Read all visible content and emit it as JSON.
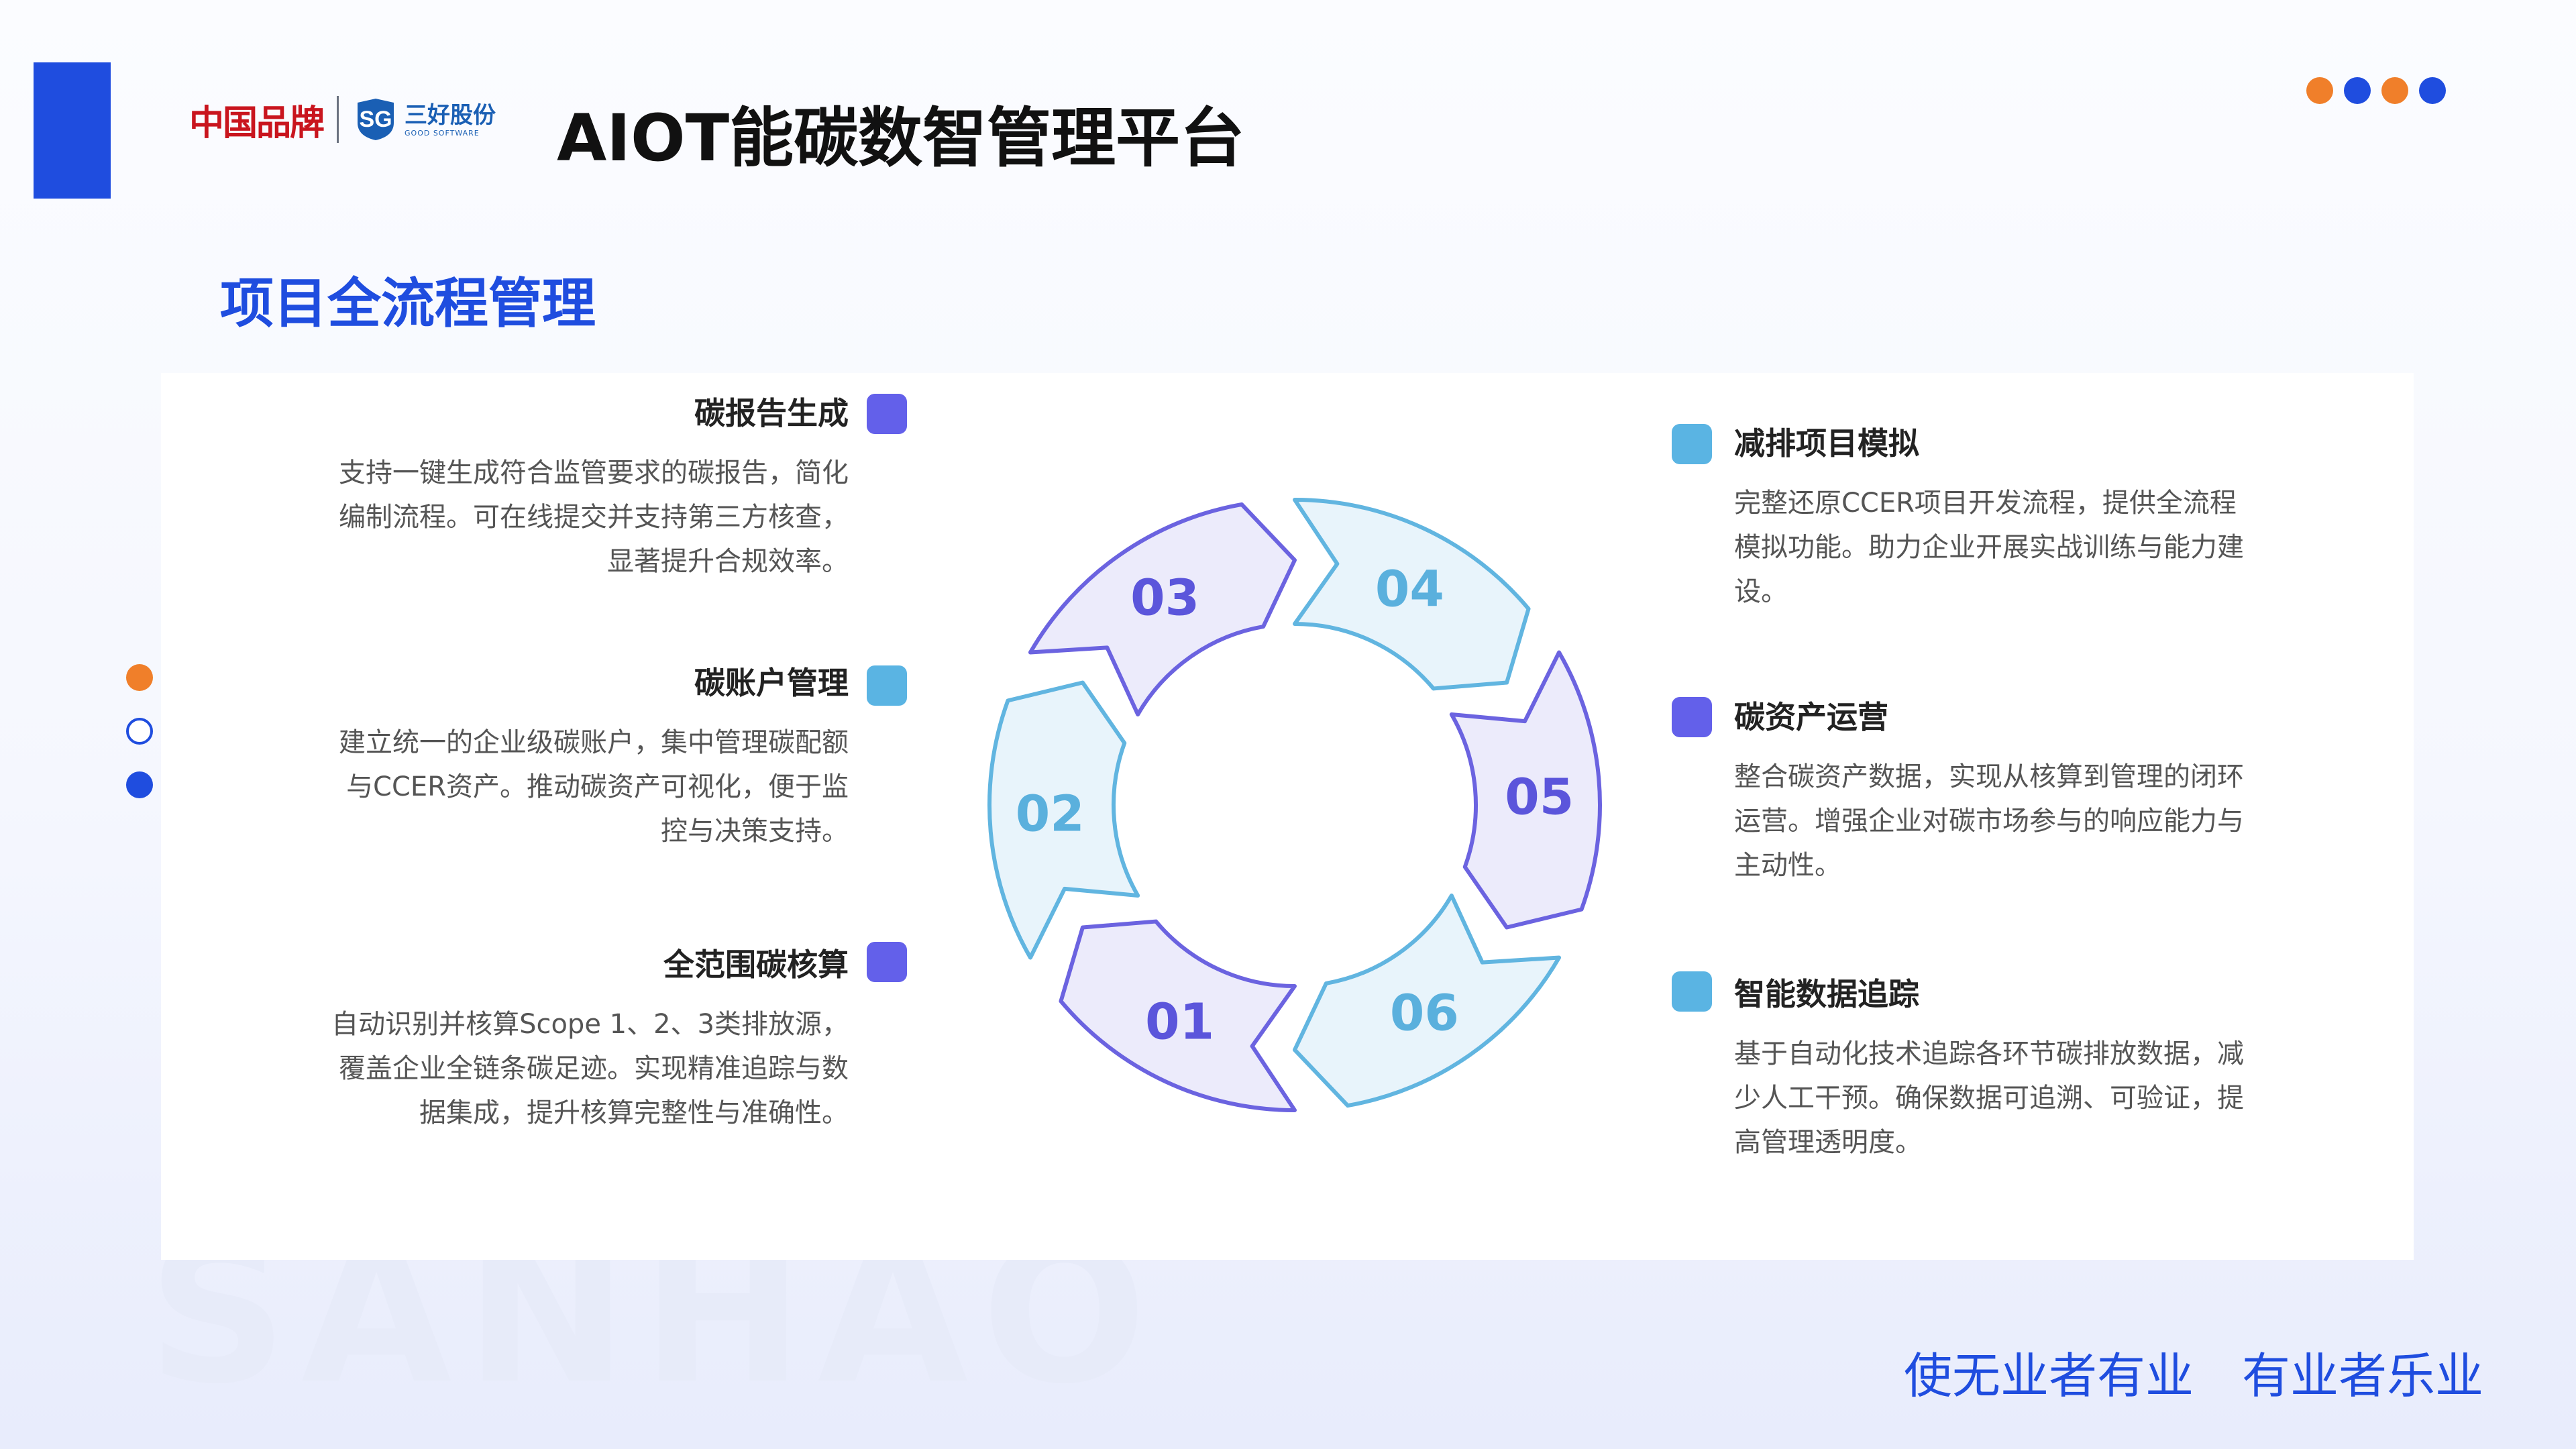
{
  "header": {
    "logo_text": "中国品牌",
    "company_cn": "三好股份",
    "company_en": "GOOD SOFTWARE",
    "title": "AIOT能碳数智管理平台"
  },
  "section_title": "项目全流程管理",
  "watermark": "SANHAO",
  "slogan": "使无业者有业　有业者乐业",
  "colors": {
    "brand_blue": "#1f4ddf",
    "orange": "#f07f2a",
    "purple": "#6360ea",
    "light_blue": "#5ab4e3",
    "purple_ring": "#6b63e0",
    "blue_ring": "#61b5e0"
  },
  "cycle": {
    "segments": [
      {
        "num": "01",
        "style": "purple"
      },
      {
        "num": "02",
        "style": "blue"
      },
      {
        "num": "03",
        "style": "purple"
      },
      {
        "num": "04",
        "style": "blue"
      },
      {
        "num": "05",
        "style": "purple"
      },
      {
        "num": "06",
        "style": "blue"
      }
    ]
  },
  "items_left": [
    {
      "title": "碳报告生成",
      "desc": [
        "支持一键生成符合监管要求的碳报告，简化",
        "编制流程。可在线提交并支持第三方核查，",
        "显著提升合规效率。"
      ],
      "color": "purple"
    },
    {
      "title": "碳账户管理",
      "desc": [
        "建立统一的企业级碳账户，集中管理碳配额",
        "与CCER资产。推动碳资产可视化，便于监",
        "控与决策支持。"
      ],
      "color": "light_blue"
    },
    {
      "title": "全范围碳核算",
      "desc": [
        "自动识别并核算Scope 1、2、3类排放源，",
        "覆盖企业全链条碳足迹。实现精准追踪与数",
        "据集成，提升核算完整性与准确性。"
      ],
      "color": "purple"
    }
  ],
  "items_right": [
    {
      "title": "减排项目模拟",
      "desc": [
        "完整还原CCER项目开发流程，提供全流程",
        "模拟功能。助力企业开展实战训练与能力建",
        "设。"
      ],
      "color": "light_blue"
    },
    {
      "title": "碳资产运营",
      "desc": [
        "整合碳资产数据，实现从核算到管理的闭环",
        "运营。增强企业对碳市场参与的响应能力与",
        "主动性。"
      ],
      "color": "purple"
    },
    {
      "title": "智能数据追踪",
      "desc": [
        "基于自动化技术追踪各环节碳排放数据，减",
        "少人工干预。确保数据可追溯、可验证，提",
        "高管理透明度。"
      ],
      "color": "light_blue"
    }
  ]
}
